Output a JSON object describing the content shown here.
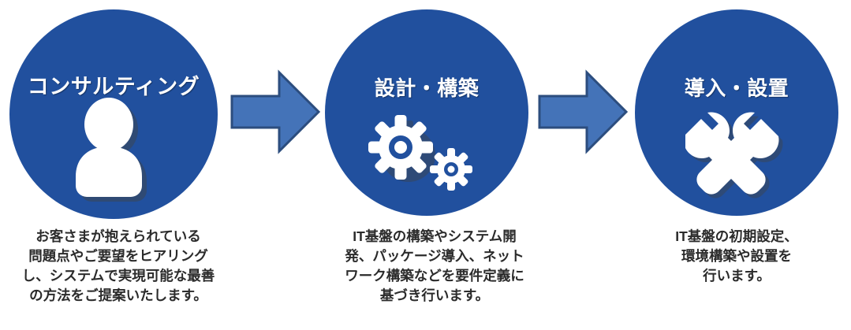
{
  "theme": {
    "circle_color": "#21509E",
    "arrow_fill": "#4473B8",
    "arrow_stroke": "#2C4D7E",
    "icon_color": "#FFFFFF",
    "caption_color": "#2B2B2B",
    "background": "#FFFFFF"
  },
  "diagram": {
    "type": "process-flow",
    "direction": "left-to-right",
    "step_count": 3,
    "connector_count": 2
  },
  "steps": [
    {
      "id": "consulting",
      "title": "コンサルティング",
      "icon": "person-icon",
      "caption_lines": [
        "お客さまが抱えられている",
        "問題点やご要望をヒアリング",
        "し、システムで実現可能な最善",
        "の方法をご提案いたします。"
      ]
    },
    {
      "id": "design-build",
      "title": "設計・構築",
      "icon": "gears-icon",
      "caption_lines": [
        "IT基盤の構築やシステム開",
        "発、パッケージ導入、ネット",
        "ワーク構築などを要件定義に",
        "基づき行います。"
      ]
    },
    {
      "id": "deploy-install",
      "title": "導入・設置",
      "icon": "tools-icon",
      "caption_lines": [
        "IT基盤の初期設定、",
        "環境構築や設置を",
        "行います。"
      ]
    }
  ],
  "connectors": [
    {
      "id": "arrow-1",
      "from": "consulting",
      "to": "design-build",
      "shape": "right-arrow"
    },
    {
      "id": "arrow-2",
      "from": "design-build",
      "to": "deploy-install",
      "shape": "right-arrow"
    }
  ]
}
